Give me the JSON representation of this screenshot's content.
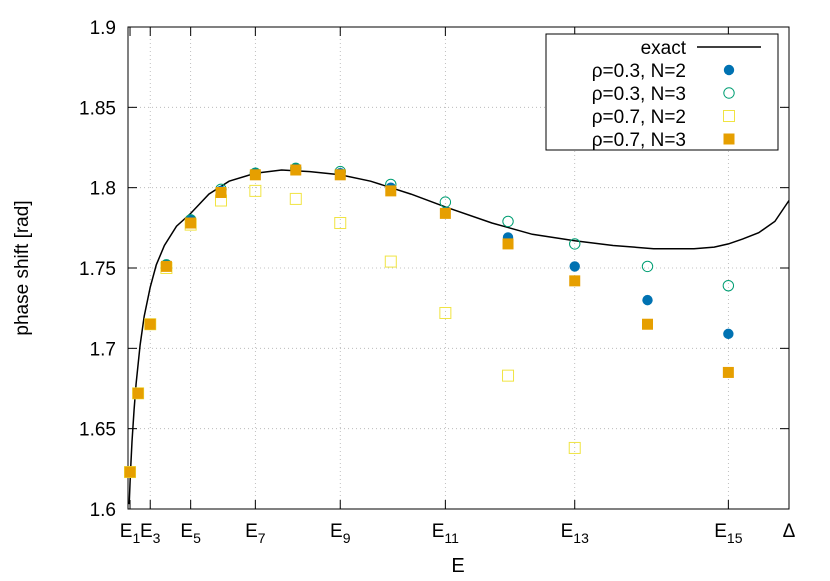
{
  "chart_data": {
    "type": "scatter",
    "xlabel": "E",
    "ylabel": "phase shift [rad]",
    "ylim": [
      1.6,
      1.9
    ],
    "y_ticks": [
      1.6,
      1.65,
      1.7,
      1.75,
      1.8,
      1.85,
      1.9
    ],
    "x_ticks": [
      {
        "base": "E",
        "sub": "1",
        "x": 0.5
      },
      {
        "base": "E",
        "sub": "3",
        "x": 5.5
      },
      {
        "base": "E",
        "sub": "5",
        "x": 15.5
      },
      {
        "base": "E",
        "sub": "7",
        "x": 31.5
      },
      {
        "base": "E",
        "sub": "9",
        "x": 52.5
      },
      {
        "base": "E",
        "sub": "11",
        "x": 78.5
      },
      {
        "base": "E",
        "sub": "13",
        "x": 110.5
      },
      {
        "base": "E",
        "sub": "15",
        "x": 148.5
      },
      {
        "base": "Δ",
        "sub": "",
        "x": 163.5
      }
    ],
    "xlim": [
      0,
      163.5
    ],
    "grid": true,
    "legend_position": "top-right",
    "series": [
      {
        "name": "exact",
        "style": "line",
        "color": "#000000",
        "x": [
          0.3,
          0.6,
          1,
          1.5,
          2,
          3,
          4,
          5.5,
          7,
          9,
          12,
          15.5,
          20,
          25,
          31.5,
          38,
          45,
          52.5,
          60,
          70,
          78.5,
          90,
          100,
          110.5,
          120,
          130,
          140,
          145,
          148.5,
          152,
          156,
          160,
          163.5
        ],
        "y": [
          1.603,
          1.622,
          1.642,
          1.662,
          1.678,
          1.702,
          1.72,
          1.738,
          1.752,
          1.764,
          1.776,
          1.784,
          1.796,
          1.804,
          1.809,
          1.811,
          1.81,
          1.808,
          1.804,
          1.796,
          1.788,
          1.778,
          1.771,
          1.767,
          1.764,
          1.762,
          1.762,
          1.763,
          1.765,
          1.768,
          1.772,
          1.779,
          1.792
        ]
      },
      {
        "name": "ρ=0.3, N=2",
        "style": "filled-circle",
        "color": "#0072b2",
        "x": [
          0.5,
          2.5,
          5.5,
          9.5,
          15.5,
          23,
          31.5,
          41.5,
          52.5,
          65,
          78.5,
          94,
          110.5,
          128.5,
          148.5
        ],
        "y": [
          1.623,
          1.672,
          1.715,
          1.752,
          1.78,
          1.798,
          1.809,
          1.812,
          1.809,
          1.8,
          1.785,
          1.769,
          1.751,
          1.73,
          1.709
        ]
      },
      {
        "name": "ρ=0.3, N=3",
        "style": "open-circle",
        "color": "#009e73",
        "x": [
          0.5,
          2.5,
          5.5,
          9.5,
          15.5,
          23,
          31.5,
          41.5,
          52.5,
          65,
          78.5,
          94,
          110.5,
          128.5,
          148.5
        ],
        "y": [
          1.623,
          1.672,
          1.715,
          1.752,
          1.78,
          1.799,
          1.809,
          1.812,
          1.81,
          1.802,
          1.791,
          1.779,
          1.765,
          1.751,
          1.739
        ]
      },
      {
        "name": "ρ=0.7, N=2",
        "style": "open-square",
        "color": "#f0e442",
        "x": [
          0.5,
          2.5,
          5.5,
          9.5,
          15.5,
          23,
          31.5,
          41.5,
          52.5,
          65,
          78.5,
          94,
          110.5
        ],
        "y": [
          1.623,
          1.672,
          1.715,
          1.75,
          1.777,
          1.792,
          1.798,
          1.793,
          1.778,
          1.754,
          1.722,
          1.683,
          1.638
        ]
      },
      {
        "name": "ρ=0.7, N=3",
        "style": "filled-square",
        "color": "#e69f00",
        "x": [
          0.5,
          2.5,
          5.5,
          9.5,
          15.5,
          23,
          31.5,
          41.5,
          52.5,
          65,
          78.5,
          94,
          110.5,
          128.5,
          148.5
        ],
        "y": [
          1.623,
          1.672,
          1.715,
          1.751,
          1.778,
          1.797,
          1.808,
          1.811,
          1.808,
          1.798,
          1.784,
          1.765,
          1.742,
          1.715,
          1.685
        ]
      }
    ]
  }
}
